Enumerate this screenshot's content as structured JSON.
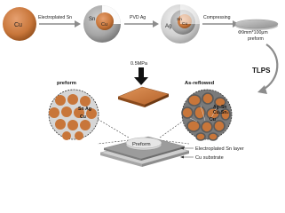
{
  "top_row": {
    "particle_cu": "Cu",
    "step1_label": "Electroplated Sn",
    "particle_sn_label": "Sn",
    "particle_sn_core": "Cu",
    "step2_label": "PVD Ag",
    "particle_ag_label": "Ag",
    "particle_ag_sn": "Sn",
    "particle_ag_cu": "Cu",
    "step3_label": "Compressing",
    "preform_dim": "Φ9mm*100μm",
    "preform_label": "preform"
  },
  "process": {
    "tlps_label": "TLPS",
    "pressure_label": "0.5MPa"
  },
  "left_zoom": {
    "title": "preform",
    "sn_label": "Sn",
    "ag_label": "Ag",
    "cu_label": "Cu"
  },
  "right_zoom": {
    "title": "As-reflowed",
    "ag_sn_label": "Ag₃Sn",
    "cu_sn_label": "Cu₆Sn₅",
    "cu_label": "Cu"
  },
  "stack": {
    "preform_label": "Preform",
    "layer_sn_label": "Electroplated Sn layer",
    "substrate_label": "Cu substrate"
  },
  "colors": {
    "copper": "#c8763a",
    "copper_dark": "#8a4a1c",
    "tin_gray": "#9a9a9a",
    "silver": "#d9d9d9",
    "arrow_gray": "#8c8c8c",
    "background": "#ffffff"
  }
}
